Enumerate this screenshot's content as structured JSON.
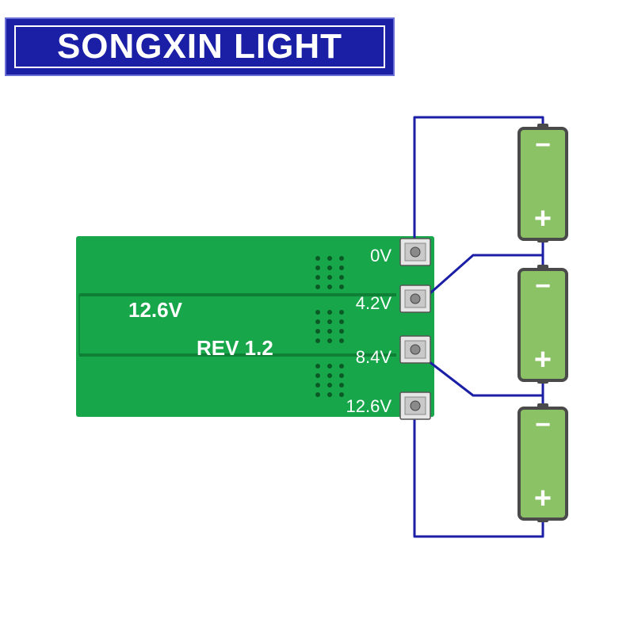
{
  "brand": {
    "text": "SONGXIN LIGHT"
  },
  "board": {
    "voltage_label": "12.6V",
    "revision_label": "REV 1.2"
  },
  "terminals": [
    {
      "label": "0V"
    },
    {
      "label": "4.2V"
    },
    {
      "label": "8.4V"
    },
    {
      "label": "12.6V"
    }
  ],
  "cells": [
    {
      "neg": "−",
      "pos": "+"
    },
    {
      "neg": "−",
      "pos": "+"
    },
    {
      "neg": "−",
      "pos": "+"
    }
  ],
  "colors": {
    "board": "#18a64a",
    "board_dark": "#0e7f34",
    "wire": "#1b1fa6",
    "battery": "#8cc266",
    "battery_border": "#4a4a4a",
    "banner": "#1b1fa6"
  }
}
